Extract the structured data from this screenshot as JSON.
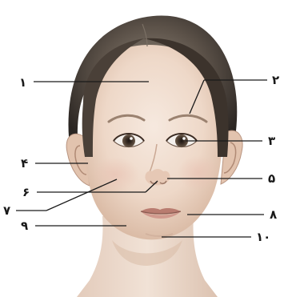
{
  "colors": {
    "background": "#ffffff",
    "skin_light": "#f3e3d6",
    "skin_mid": "#e8cdb9",
    "skin_shadow": "#c9a590",
    "hair_dark": "#2a2522",
    "hair_mid": "#5b5148",
    "hair_light": "#8f8579",
    "iris": "#5a4a3c",
    "lips": "#c4887c",
    "leader_line": "#1a1a1a",
    "label_text": "#1a1a1a"
  },
  "labels": {
    "n1": "١",
    "n2": "٢",
    "n3": "٣",
    "n4": "۴",
    "n5": "۵",
    "n6": "۶",
    "n7": "٧",
    "n8": "٨",
    "n9": "٩",
    "n10": "١٠"
  }
}
